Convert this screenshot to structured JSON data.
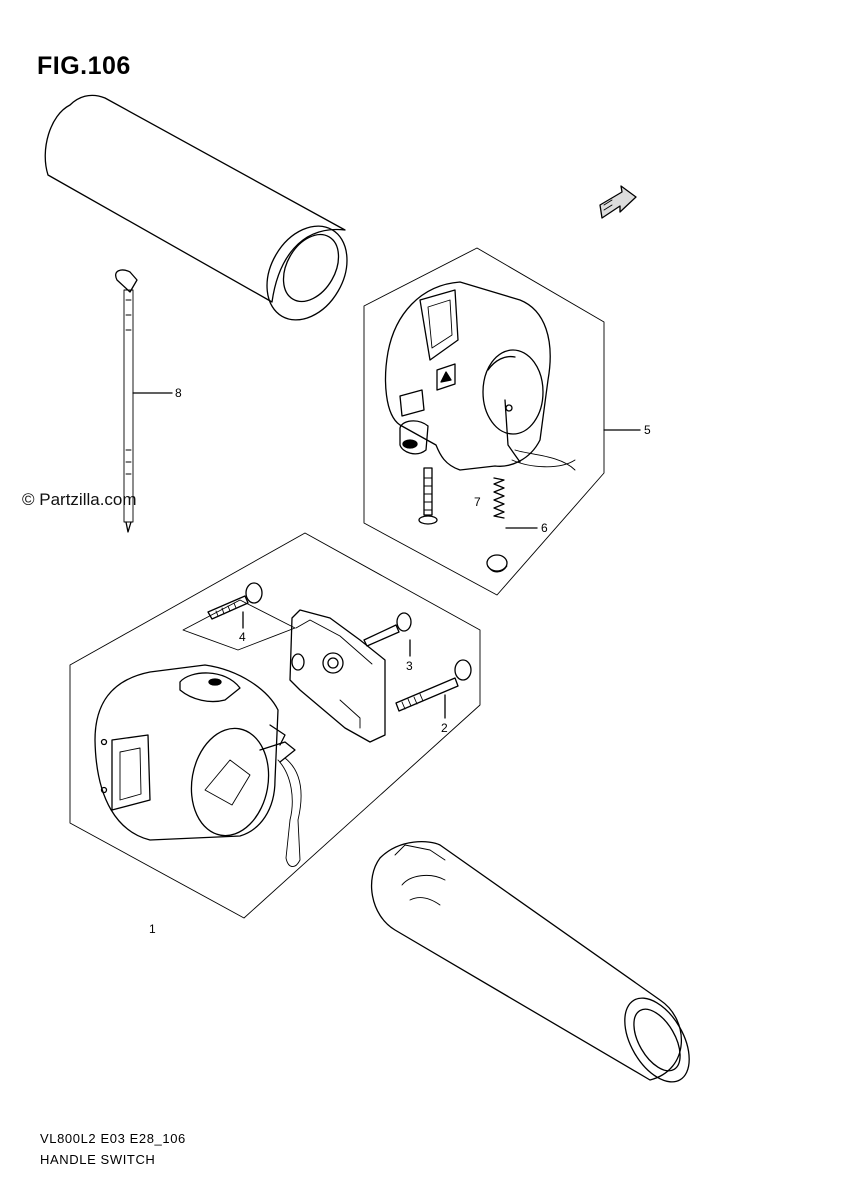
{
  "figure": {
    "title": "FIG.106",
    "watermark": "© Partzilla.com",
    "direction_badge": "F",
    "footer_line1": "VL800L2 E03 E28_106",
    "footer_line2": "HANDLE SWITCH"
  },
  "callouts": {
    "part1": "1",
    "part2": "2",
    "part3": "3",
    "part4": "4",
    "part5": "5",
    "part6": "6",
    "part7": "7",
    "part8": "8"
  }
}
